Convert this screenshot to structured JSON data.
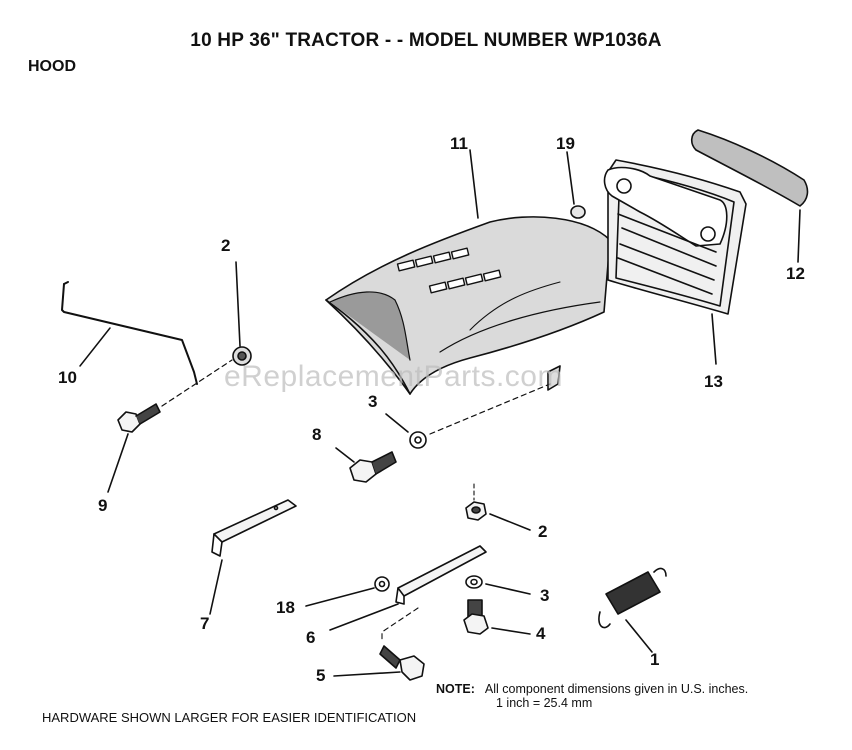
{
  "title": "10 HP 36\" TRACTOR  - - MODEL NUMBER  WP1036A",
  "section": "HOOD",
  "watermark": "eReplacementParts.com",
  "callouts": [
    {
      "id": "c11",
      "label": "11"
    },
    {
      "id": "c19",
      "label": "19"
    },
    {
      "id": "c12",
      "label": "12"
    },
    {
      "id": "c13",
      "label": "13"
    },
    {
      "id": "c2a",
      "label": "2"
    },
    {
      "id": "c10",
      "label": "10"
    },
    {
      "id": "c9",
      "label": "9"
    },
    {
      "id": "c3a",
      "label": "3"
    },
    {
      "id": "c8",
      "label": "8"
    },
    {
      "id": "c2b",
      "label": "2"
    },
    {
      "id": "c3b",
      "label": "3"
    },
    {
      "id": "c4",
      "label": "4"
    },
    {
      "id": "c7",
      "label": "7"
    },
    {
      "id": "c18",
      "label": "18"
    },
    {
      "id": "c6",
      "label": "6"
    },
    {
      "id": "c5",
      "label": "5"
    },
    {
      "id": "c1",
      "label": "1"
    }
  ],
  "note": {
    "label": "NOTE:",
    "line1": "All component dimensions given in U.S. inches.",
    "line2": "1 inch = 25.4 mm"
  },
  "footer": "HARDWARE SHOWN LARGER FOR EASIER IDENTIFICATION"
}
